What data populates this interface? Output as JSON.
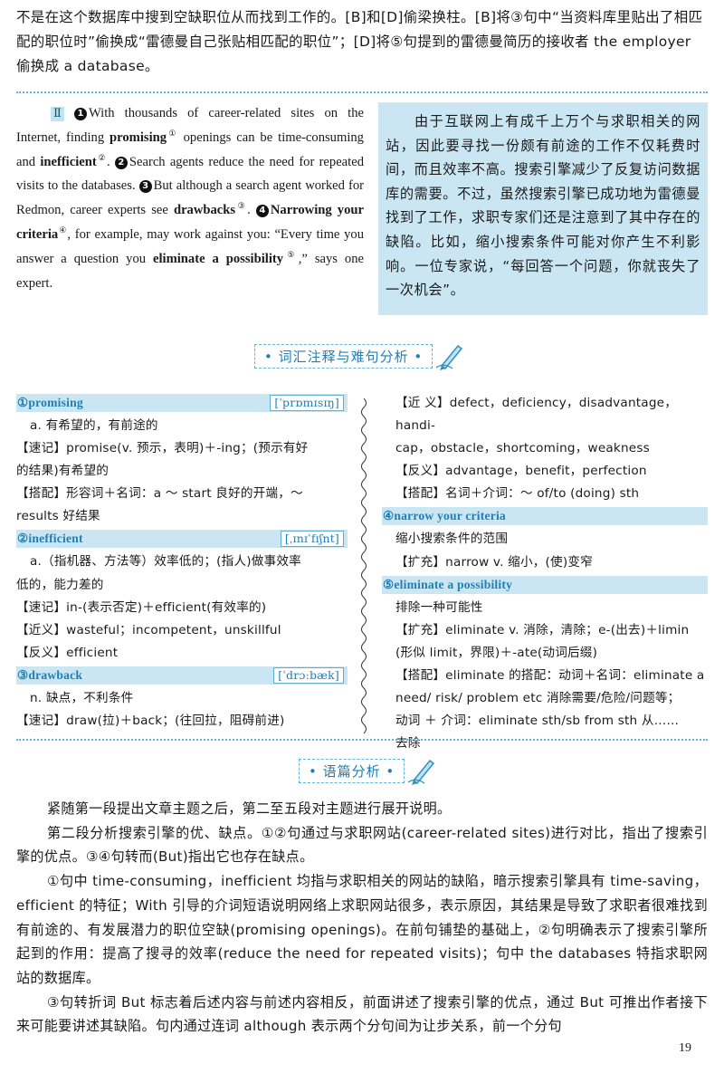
{
  "top_paragraph": "不是在这个数据库中搜到空缺职位从而找到工作的。[B]和[D]偷梁换柱。[B]将③句中“当资料库里贴出了相匹配的职位时”偷换成“雷德曼自己张贴相匹配的职位”；[D]将⑤句提到的雷德曼简历的接收者 the employer 偷换成 a database。",
  "passage": {
    "section_marker": "Ⅱ",
    "markers": [
      "1",
      "2",
      "3",
      "4"
    ],
    "sup_markers": [
      "①",
      "②",
      "③",
      "④",
      "⑤"
    ],
    "s1a": "With thousands of career-related sites on the Internet, finding ",
    "w1": "promising",
    "s1b": " openings can be time-consuming and ",
    "w2": "inefficient",
    "s1c": ".",
    "s2": "Search agents reduce the need for repeated visits to the databases.",
    "s3a": "But although a search agent worked for Redmon, career experts see ",
    "w3": "drawbacks",
    "s3b": ".",
    "s4a": "Narrowing your criteria",
    "s4b": ", for example, may work against you: “Every time you answer a question you ",
    "w5": "eliminate a possibility",
    "s4c": ",” says one expert.",
    "translation": "由于互联网上有成千上万个与求职相关的网站，因此要寻找一份颇有前途的工作不仅耗费时间，而且效率不高。搜索引擎减少了反复访问数据库的需要。不过，虽然搜索引擎已成功地为雷德曼找到了工作，求职专家们还是注意到了其中存在的缺陷。比如，缩小搜索条件可能对你产生不利影响。一位专家说，“每回答一个问题，你就丧失了一次机会”。"
  },
  "vocab_heading": "• 词汇注释与难句分析 •",
  "analysis_heading": "• 语篇分析 •",
  "vocab_left": [
    {
      "head": "①promising",
      "phon": "[ˈprɒmɪsɪŋ]",
      "lines": [
        "a. 有希望的，有前途的",
        "【速记】promise(v. 预示，表明)＋-ing；(预示有好",
        "的结果)有希望的",
        "【搭配】形容词＋名词：a ～ start 良好的开端，～",
        "results 好结果"
      ]
    },
    {
      "head": "②inefficient",
      "phon": "[ˌɪnɪˈfɪʃnt]",
      "lines": [
        "a.（指机器、方法等）效率低的；(指人)做事效率",
        "低的，能力差的",
        "【速记】in-(表示否定)＋efficient(有效率的)",
        "【近义】wasteful；incompetent，unskillful",
        "【反义】efficient"
      ]
    },
    {
      "head": "③drawback",
      "phon": "[ˈdrɔːbæk]",
      "lines": [
        "n. 缺点，不利条件",
        "【速记】draw(拉)＋back；(往回拉，阻碍前进)"
      ]
    }
  ],
  "vocab_right": [
    {
      "lines": [
        "【近 义】defect，deficiency，disadvantage，handi-",
        "cap，obstacle，shortcoming，weakness",
        "【反义】advantage，benefit，perfection",
        "【搭配】名词＋介词：～ of/to (doing) sth"
      ]
    },
    {
      "head": "④narrow your criteria",
      "lines": [
        "缩小搜索条件的范围",
        "【扩充】narrow v. 缩小，(使)变窄"
      ]
    },
    {
      "head": "⑤eliminate a possibility",
      "lines": [
        "排除一种可能性",
        "【扩充】eliminate v. 消除，清除；e-(出去)＋limin",
        "(形似 limit，界限)＋-ate(动词后缀)",
        "【搭配】eliminate 的搭配：动词＋名词：eliminate a",
        "need/ risk/ problem etc 消除需要/危险/问题等；",
        "动词 ＋ 介词：eliminate sth/sb from sth 从……",
        "去除"
      ]
    }
  ],
  "analysis": [
    "紧随第一段提出文章主题之后，第二至五段对主题进行展开说明。",
    "第二段分析搜索引擎的优、缺点。①②句通过与求职网站(career-related sites)进行对比，指出了搜索引擎的优点。③④句转而(But)指出它也存在缺点。",
    "①句中 time-consuming，inefficient 均指与求职相关的网站的缺陷，暗示搜索引擎具有 time-saving，efficient 的特征；With 引导的介词短语说明网络上求职网站很多，表示原因，其结果是导致了求职者很难找到有前途的、有发展潜力的职位空缺(promising openings)。在前句铺垫的基础上，②句明确表示了搜索引擎所起到的作用：提高了搜寻的效率(reduce the need for repeated visits)；句中 the databases 特指求职网站的数据库。",
    "③句转折词 But 标志着后述内容与前述内容相反，前面讲述了搜索引擎的优点，通过 But 可推出作者接下来可能要讲述其缺陷。句内通过连词 although 表示两个分句间为让步关系，前一个分句"
  ],
  "page_number": "19",
  "colors": {
    "accent": "#1f7fb3",
    "panel": "#cbe6f3",
    "rule": "#62b4d6"
  }
}
